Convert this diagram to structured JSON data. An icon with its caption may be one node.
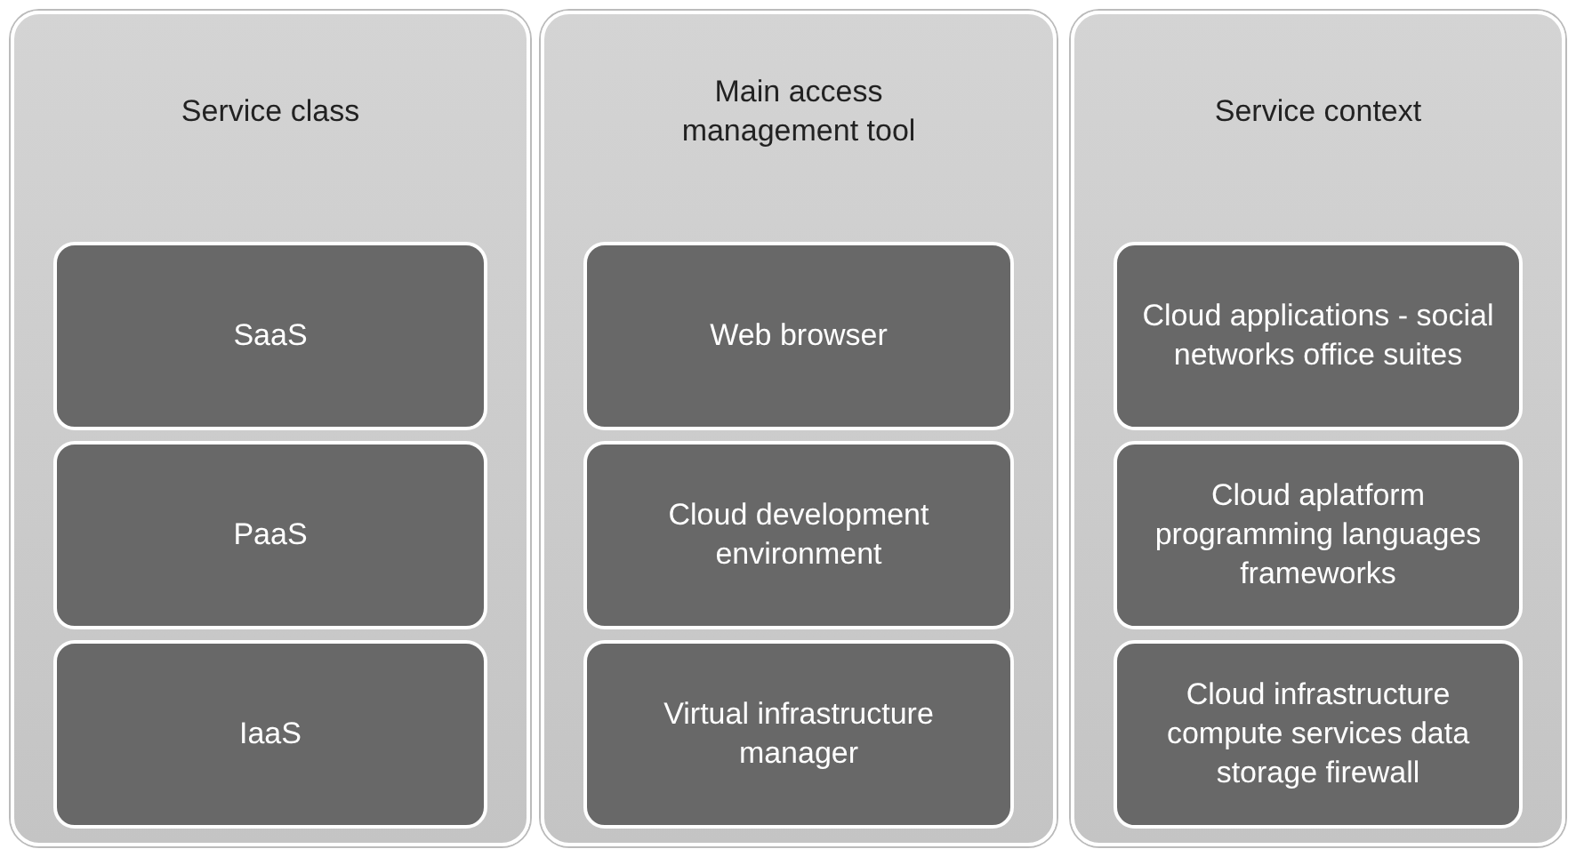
{
  "diagram": {
    "nodes": [
      {
        "text": [
          "Service class"
        ]
      },
      {
        "text": [
          "SaaS"
        ],
        "in": 0
      },
      {
        "text": [
          "PaaS"
        ],
        "in": 0
      },
      {
        "text": [
          "IaaS"
        ],
        "in": 0
      },
      {
        "text": [
          "Main access management tool"
        ]
      },
      {
        "text": [
          "Web browser"
        ],
        "in": 4
      },
      {
        "text": [
          "Cloud development environment"
        ],
        "in": 4
      },
      {
        "text": [
          "Virtual infrastructure manager"
        ],
        "in": 4
      },
      {
        "text": [
          "Service context"
        ]
      },
      {
        "text": [
          "Cloud applications - social networks office suites"
        ],
        "in": 8
      },
      {
        "text": [
          "Cloud aplatform programming languages frameworks"
        ],
        "in": 8
      },
      {
        "text": [
          "Cloud infrastructure compute services data storage firewall"
        ],
        "in": 8
      }
    ]
  }
}
